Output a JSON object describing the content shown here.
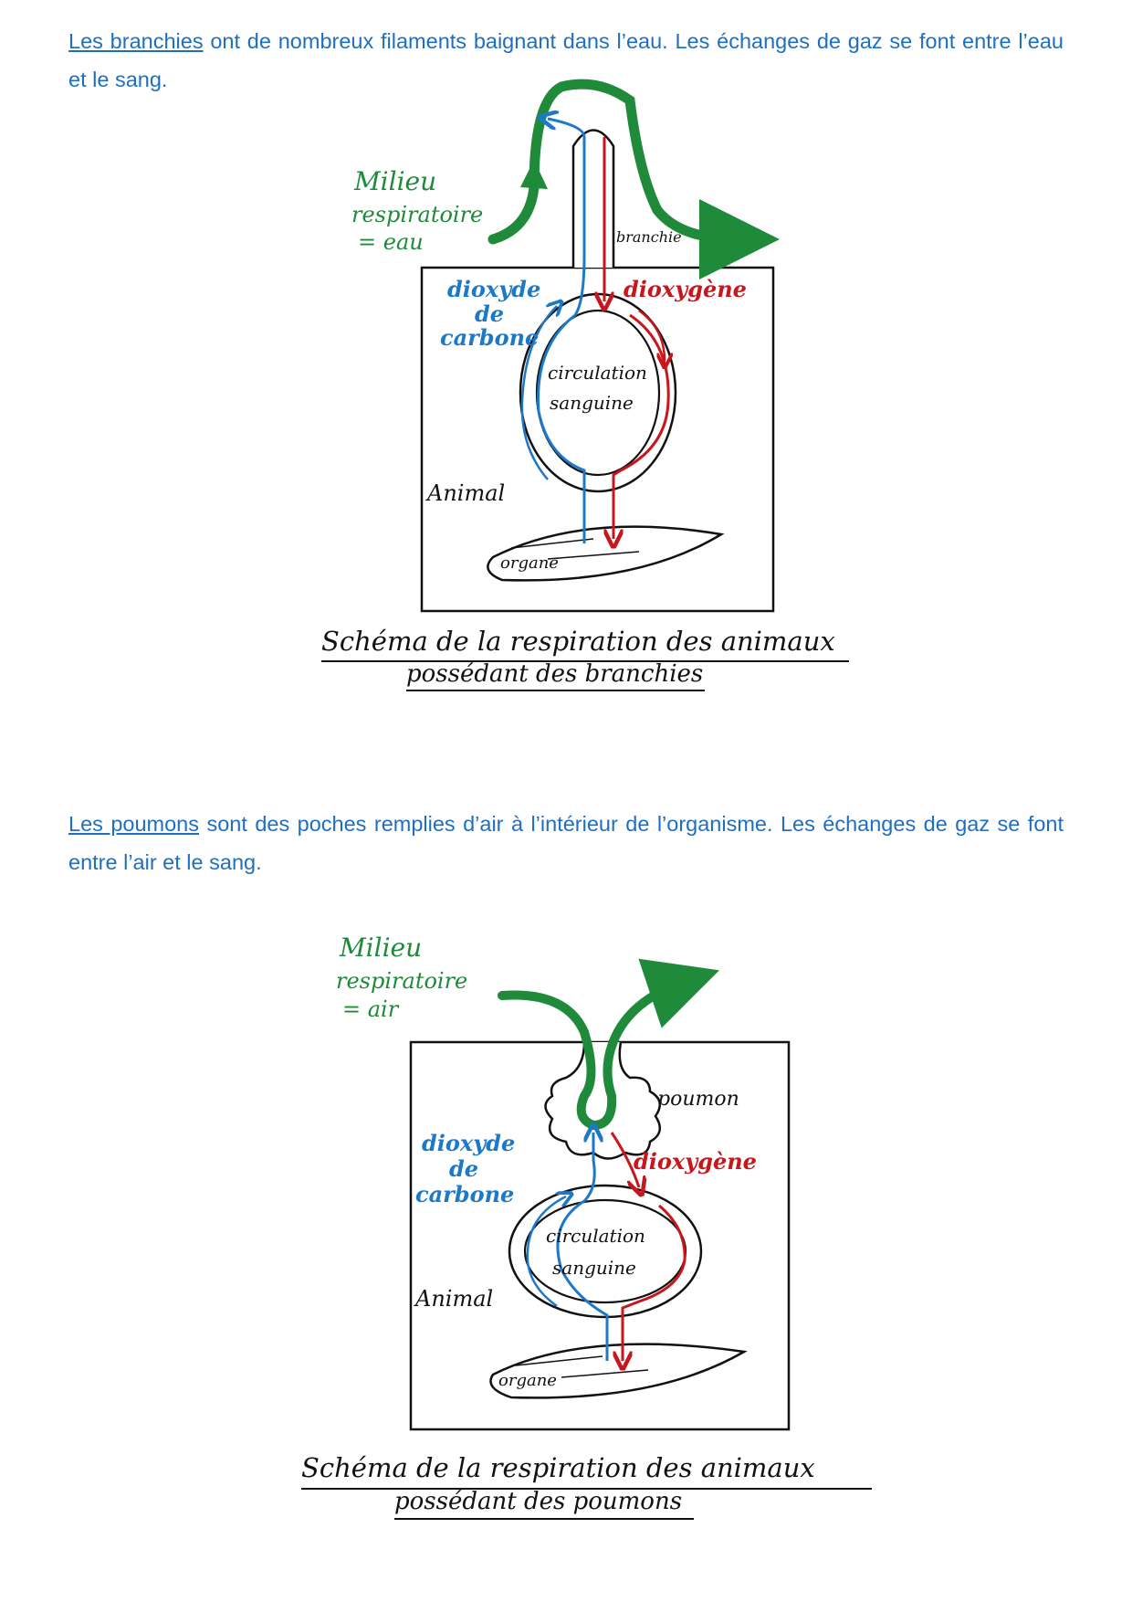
{
  "section1": {
    "keyword": "Les branchies",
    "text": " ont de nombreux filaments baignant dans l’eau. Les échanges de gaz se font entre l’eau et le sang."
  },
  "diagram1": {
    "milieu_line1": "Milieu",
    "milieu_line2": "respiratoire",
    "milieu_line3": "= eau",
    "organ_label": "branchie",
    "co2_line1": "dioxyde",
    "co2_line2": "de",
    "co2_line3": "carbone",
    "o2_label": "dioxygène",
    "circ_line1": "circulation",
    "circ_line2": "sanguine",
    "animal_label": "Animal",
    "organe_label": "organe",
    "caption_line1": "Schéma de la respiration des animaux",
    "caption_line2": "possédant des branchies"
  },
  "section2": {
    "keyword": "Les poumons",
    "text": " sont des poches remplies d’air à l’intérieur de l’organisme. Les échanges de gaz se font entre l’air et le sang."
  },
  "diagram2": {
    "milieu_line1": "Milieu",
    "milieu_line2": "respiratoire",
    "milieu_line3": "= air",
    "organ_label": "poumon",
    "co2_line1": "dioxyde",
    "co2_line2": "de",
    "co2_line3": "carbone",
    "o2_label": "dioxygène",
    "circ_line1": "circulation",
    "circ_line2": "sanguine",
    "animal_label": "Animal",
    "organe_label": "organe",
    "caption_line1": "Schéma de la respiration des animaux",
    "caption_line2": "possédant des poumons"
  },
  "colors": {
    "text_blue": "#1f6fc1",
    "green": "#1f8a3a",
    "blue": "#1e78c8",
    "red": "#c8161d",
    "ink": "#111111"
  }
}
